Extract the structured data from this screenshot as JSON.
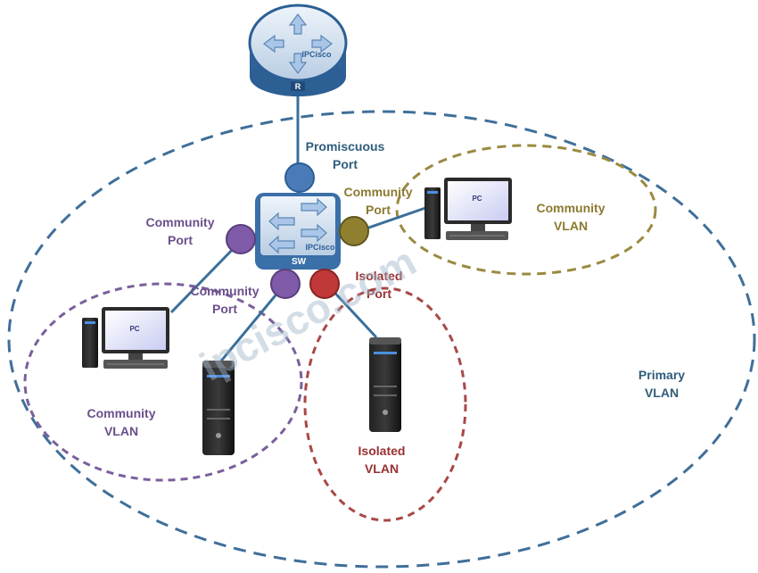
{
  "router": {
    "brand": "IPCisco",
    "badge": "R"
  },
  "switch": {
    "brand": "IPCisco",
    "badge": "SW"
  },
  "pcs": [
    {
      "screen": "PC"
    },
    {
      "screen": "PC"
    }
  ],
  "ports": {
    "promiscuous": "Promiscuous\nPort",
    "community_right": "Community\nPort",
    "community_left": "Community\nPort",
    "community_bottom": "Community\nPort",
    "isolated": "Isolated\nPort"
  },
  "vlans": {
    "primary": "Primary\nVLAN",
    "community_right": "Community\nVLAN",
    "community_left": "Community\nVLAN",
    "isolated": "Isolated\nVLAN"
  },
  "watermark": "ipcisco.com",
  "colors": {
    "primary_vlan": "#3f6f99",
    "community_right_vlan": "#9a8a40",
    "community_left_vlan": "#7a5f9c",
    "isolated_vlan": "#a84848",
    "port_promiscuous": "#4a7ab8",
    "port_community_olive": "#8f8030",
    "port_community_purple": "#7f5aa8",
    "port_isolated": "#c03838"
  }
}
